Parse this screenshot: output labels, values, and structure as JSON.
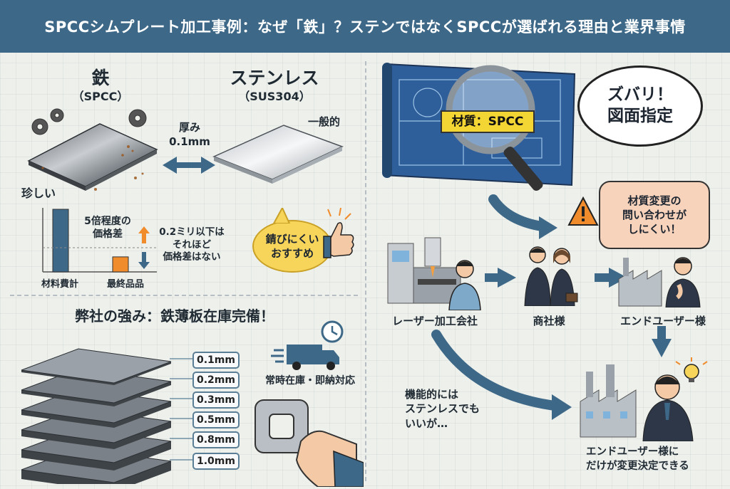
{
  "header": {
    "title": "SPCCシムプレート加工事例：なぜ「鉄」？ステンではなくSPCCが選ばれる理由と業界事情"
  },
  "comparison": {
    "iron": {
      "name": "鉄",
      "code": "（SPCC）",
      "note": "珍しい"
    },
    "stainless": {
      "name": "ステンレス",
      "code": "（SUS304）",
      "note": "一般的"
    },
    "thickness": {
      "line1": "厚み",
      "line2": "0.1mm"
    }
  },
  "price_chart": {
    "bars": [
      {
        "label": "材料費計",
        "value": 5,
        "color": "#3d6887"
      },
      {
        "label": "最終品品",
        "value": 1.2,
        "color": "#f08c2c"
      }
    ],
    "annotation_top": {
      "line1": "5倍程度の",
      "line2": "価格差"
    },
    "annotation_side": {
      "line1": "0.2ミリ以下は",
      "line2": "それほど",
      "line3": "価格差はない"
    }
  },
  "recommend": {
    "line1": "錆びにくい",
    "line2": "おすすめ"
  },
  "strength": {
    "title": "弊社の強み：鉄薄板在庫完備！",
    "thicknesses": [
      "0.1mm",
      "0.2mm",
      "0.3mm",
      "0.5mm",
      "0.8mm",
      "1.0mm"
    ],
    "delivery": "常時在庫・即納対応"
  },
  "drawing": {
    "material_chip": "材質：SPCC",
    "callout": {
      "line1": "ズバリ！",
      "line2": "図面指定"
    }
  },
  "inquiry": {
    "line1": "材質変更の",
    "line2": "問い合わせが",
    "line3": "しにくい！"
  },
  "flow": {
    "laser": "レーザー加工会社",
    "trading": "商社様",
    "enduser": "エンドユーザー様",
    "note": {
      "line1": "機能的には",
      "line2": "ステンレスでも",
      "line3": "いいが…"
    },
    "final": {
      "line1": "エンドユーザー様に",
      "line2": "だけが変更決定できる"
    }
  },
  "colors": {
    "header": "#3d6887",
    "accent_blue": "#3d6887",
    "accent_orange": "#f08c2c",
    "yellow": "#f6d55a",
    "warning": "#f08c2c"
  }
}
